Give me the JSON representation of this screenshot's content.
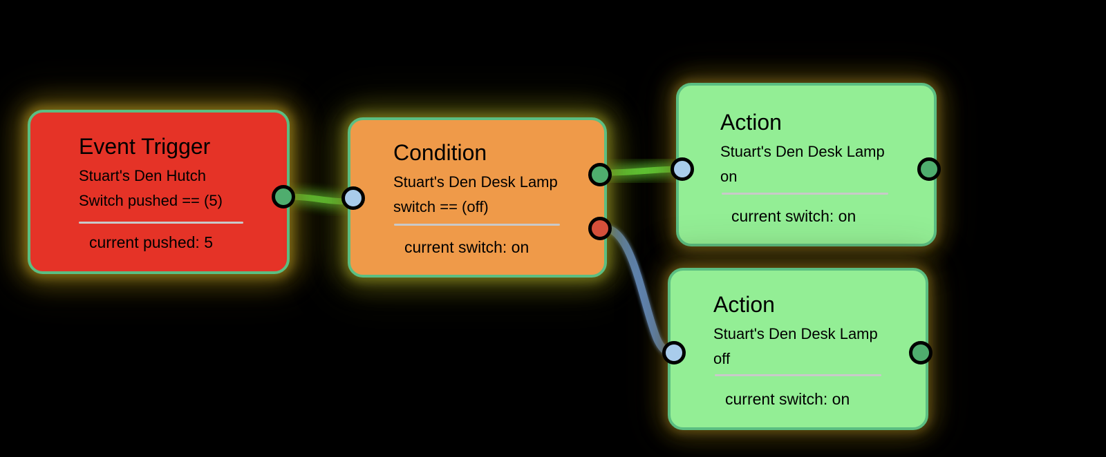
{
  "graph": {
    "background_color": "#000000",
    "node_border_color": "#5BBE82",
    "divider_color": "#C9C9C9",
    "edge_true_color": "#6ADB3A",
    "edge_false_color": "#6A93C8",
    "port_in_color": "#A9CCEB",
    "port_out_true_color": "#4FAD6E",
    "port_out_false_color": "#D4503A"
  },
  "nodes": [
    {
      "id": "event-trigger",
      "type": "trigger",
      "title": "Event Trigger",
      "fill": "#E53327",
      "line1": "Stuart's Den Hutch",
      "line2": "Switch pushed == (5)",
      "status": "current pushed: 5",
      "ports": {
        "out_green": true,
        "out_red": false,
        "in": false
      }
    },
    {
      "id": "condition",
      "type": "condition",
      "title": "Condition",
      "fill": "#EF9A49",
      "line1": "Stuart's Den Desk Lamp",
      "line2": "switch == (off)",
      "status": "current switch: on",
      "ports": {
        "in": true,
        "out_green": true,
        "out_red": true
      }
    },
    {
      "id": "action-on",
      "type": "action",
      "title": "Action",
      "fill": "#93EE95",
      "line1": "Stuart's Den Desk Lamp",
      "line2": "on",
      "status": "current switch: on",
      "ports": {
        "in": true,
        "out_green": true,
        "out_red": false
      }
    },
    {
      "id": "action-off",
      "type": "action",
      "title": "Action",
      "fill": "#93EE95",
      "line1": "Stuart's Den Desk Lamp",
      "line2": "off",
      "status": "current switch: on",
      "ports": {
        "in": true,
        "out_green": true,
        "out_red": false
      }
    }
  ],
  "edges": [
    {
      "id": "trigger-to-condition",
      "from": "event-trigger",
      "to": "condition",
      "branch": "flow",
      "color": "#6ADB3A"
    },
    {
      "id": "condition-true-to-action-on",
      "from": "condition",
      "to": "action-on",
      "branch": "true",
      "color": "#6ADB3A"
    },
    {
      "id": "condition-false-to-action-off",
      "from": "condition",
      "to": "action-off",
      "branch": "false",
      "color": "#6A93C8"
    }
  ]
}
